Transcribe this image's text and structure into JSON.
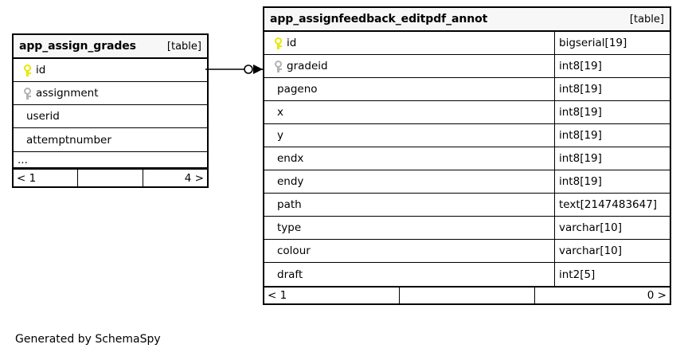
{
  "diagram": {
    "caption": "Generated by SchemaSpy",
    "table_tag": "[table]",
    "more_indicator": "...",
    "key_icons": {
      "primary": "primary-key-icon",
      "foreign": "foreign-key-icon"
    },
    "relationship": {
      "name": "zero-or-more-relationship",
      "from_table": "app_assign_grades",
      "from_column": "id",
      "to_table": "app_assignfeedback_editpdf_annot",
      "to_column": "gradeid",
      "source_marker": "circle",
      "target_marker": "crowsfoot"
    },
    "colors": {
      "primary_key": "#e8e800",
      "foreign_key": "#b3b3b3",
      "border": "#000000",
      "header_background": "#f7f7f7"
    }
  },
  "tables": [
    {
      "id": "app_assign_grades",
      "title": "app_assign_grades",
      "tag": "[table]",
      "show_types": false,
      "has_more_row": true,
      "more_indicator": "...",
      "columns": [
        {
          "name": "id",
          "key": "primary",
          "type": ""
        },
        {
          "name": "assignment",
          "key": "foreign",
          "type": ""
        },
        {
          "name": "userid",
          "key": "none",
          "type": ""
        },
        {
          "name": "attemptnumber",
          "key": "none",
          "type": ""
        }
      ],
      "footer": {
        "left": "< 1",
        "middle": "",
        "right": "4 >"
      }
    },
    {
      "id": "app_assignfeedback_editpdf_annot",
      "title": "app_assignfeedback_editpdf_annot",
      "tag": "[table]",
      "show_types": true,
      "has_more_row": false,
      "more_indicator": "",
      "columns": [
        {
          "name": "id",
          "key": "primary",
          "type": "bigserial[19]"
        },
        {
          "name": "gradeid",
          "key": "foreign",
          "type": "int8[19]"
        },
        {
          "name": "pageno",
          "key": "none",
          "type": "int8[19]"
        },
        {
          "name": "x",
          "key": "none",
          "type": "int8[19]"
        },
        {
          "name": "y",
          "key": "none",
          "type": "int8[19]"
        },
        {
          "name": "endx",
          "key": "none",
          "type": "int8[19]"
        },
        {
          "name": "endy",
          "key": "none",
          "type": "int8[19]"
        },
        {
          "name": "path",
          "key": "none",
          "type": "text[2147483647]"
        },
        {
          "name": "type",
          "key": "none",
          "type": "varchar[10]"
        },
        {
          "name": "colour",
          "key": "none",
          "type": "varchar[10]"
        },
        {
          "name": "draft",
          "key": "none",
          "type": "int2[5]"
        }
      ],
      "footer": {
        "left": "< 1",
        "middle": "",
        "right": "0 >"
      }
    }
  ]
}
